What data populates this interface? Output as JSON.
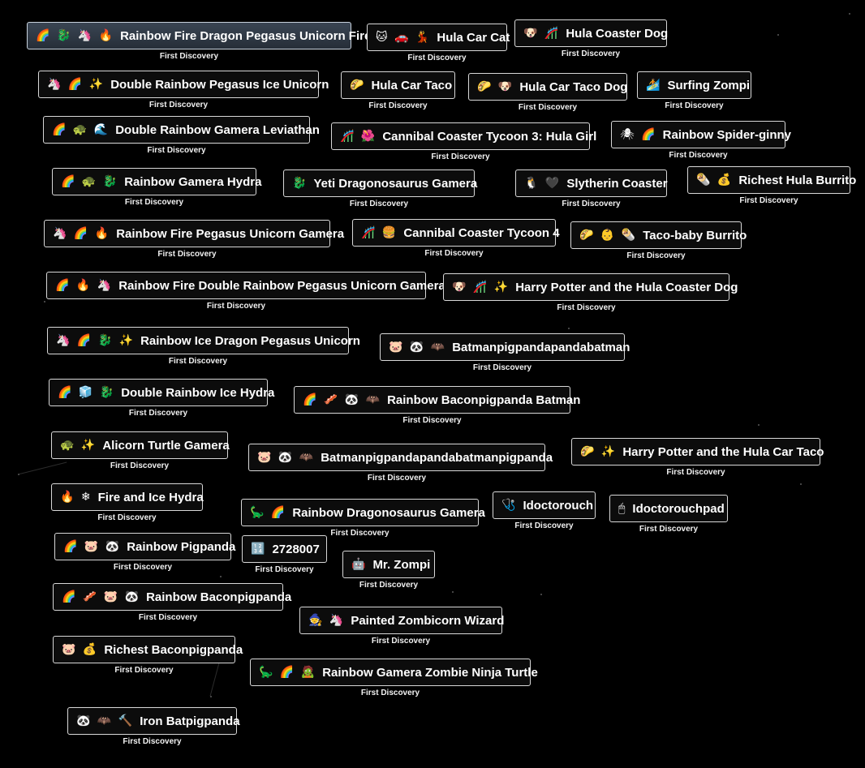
{
  "discovery_label": "First Discovery",
  "elements": [
    {
      "emoji": "🌈 🐉 🦄 🔥",
      "name": "Rainbow Fire Dragon Pegasus Unicorn Fire",
      "selected": true
    },
    {
      "emoji": "🐱 🚗 💃",
      "name": "Hula Car Cat"
    },
    {
      "emoji": "🐶 🎢",
      "name": "Hula Coaster Dog"
    },
    {
      "emoji": "🦄 🌈 ✨",
      "name": "Double Rainbow Pegasus Ice Unicorn"
    },
    {
      "emoji": "🌮",
      "name": "Hula Car Taco"
    },
    {
      "emoji": "🌮 🐶",
      "name": "Hula Car Taco Dog"
    },
    {
      "emoji": "🏄",
      "name": "Surfing Zompi"
    },
    {
      "emoji": "🌈 🐢 🌊",
      "name": "Double Rainbow Gamera Leviathan"
    },
    {
      "emoji": "🎢 🌺",
      "name": "Cannibal Coaster Tycoon 3: Hula Girl"
    },
    {
      "emoji": "🕷 🌈",
      "name": "Rainbow Spider-ginny"
    },
    {
      "emoji": "🌈 🐢 🐉",
      "name": "Rainbow Gamera Hydra"
    },
    {
      "emoji": "🐉",
      "name": "Yeti Dragonosaurus Gamera"
    },
    {
      "emoji": "🐧 🖤",
      "name": "Slytherin Coaster"
    },
    {
      "emoji": "🌯 💰",
      "name": "Richest Hula Burrito"
    },
    {
      "emoji": "🦄 🌈 🔥",
      "name": "Rainbow Fire Pegasus Unicorn Gamera"
    },
    {
      "emoji": "🎢 🍔",
      "name": "Cannibal Coaster Tycoon 4"
    },
    {
      "emoji": "🌮 👶 🌯",
      "name": "Taco-baby Burrito"
    },
    {
      "emoji": "🌈 🔥 🦄",
      "name": "Rainbow Fire Double Rainbow Pegasus Unicorn Gamera"
    },
    {
      "emoji": "🐶 🎢 ✨",
      "name": "Harry Potter and the Hula Coaster Dog"
    },
    {
      "emoji": "🦄 🌈 🐉 ✨",
      "name": "Rainbow Ice Dragon Pegasus Unicorn"
    },
    {
      "emoji": "🐷 🐼 🦇",
      "name": "Batmanpigpandapandabatman"
    },
    {
      "emoji": "🌈 🧊 🐉",
      "name": "Double Rainbow Ice Hydra"
    },
    {
      "emoji": "🌈 🥓 🐼 🦇",
      "name": "Rainbow Baconpigpanda Batman"
    },
    {
      "emoji": "🐢 ✨",
      "name": "Alicorn Turtle Gamera"
    },
    {
      "emoji": "🐷 🐼 🦇",
      "name": "Batmanpigpandapandabatmanpigpanda"
    },
    {
      "emoji": "🌮 ✨",
      "name": "Harry Potter and the Hula Car Taco"
    },
    {
      "emoji": "🔥 ❄",
      "name": "Fire and Ice Hydra"
    },
    {
      "emoji": "🦕 🌈",
      "name": "Rainbow Dragonosaurus Gamera"
    },
    {
      "emoji": "🩺",
      "name": "Idoctorouch"
    },
    {
      "emoji": "🖱",
      "name": "Idoctorouchpad"
    },
    {
      "emoji": "🌈 🐷 🐼",
      "name": "Rainbow Pigpanda"
    },
    {
      "emoji": "🔢",
      "name": "2728007"
    },
    {
      "emoji": "🤖",
      "name": "Mr. Zompi"
    },
    {
      "emoji": "🌈 🥓 🐷 🐼",
      "name": "Rainbow Baconpigpanda"
    },
    {
      "emoji": "🧙 🦄",
      "name": "Painted Zombicorn Wizard"
    },
    {
      "emoji": "🐷 💰",
      "name": "Richest Baconpigpanda"
    },
    {
      "emoji": "🦕 🌈 🧟",
      "name": "Rainbow Gamera Zombie Ninja Turtle"
    },
    {
      "emoji": "🐼 🦇 🔨",
      "name": "Iron Batpigpanda"
    }
  ]
}
